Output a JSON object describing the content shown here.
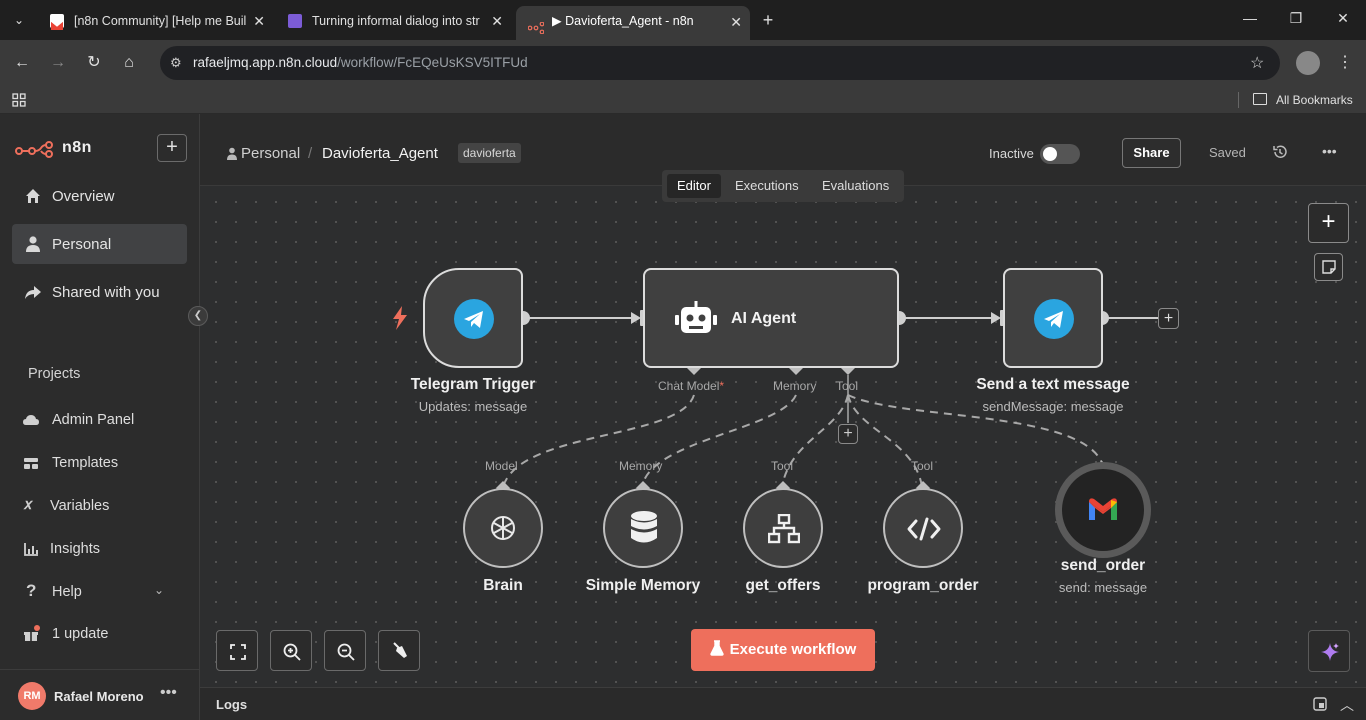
{
  "browser": {
    "tabs": [
      {
        "title": "[n8n Community] [Help me Buil"
      },
      {
        "title": "Turning informal dialog into str"
      },
      {
        "title": "▶ Davioferta_Agent - n8n"
      }
    ],
    "url_host": "rafaeljmq.app.n8n.cloud",
    "url_path": "/workflow/FcEQeUsKSV5ITFUd",
    "bookmarks_label": "All Bookmarks"
  },
  "sidebar": {
    "logo": "n8n",
    "new_button": "+",
    "nav": [
      {
        "label": "Overview",
        "icon": "home-icon"
      },
      {
        "label": "Personal",
        "icon": "user-icon"
      },
      {
        "label": "Shared with you",
        "icon": "share-icon"
      }
    ],
    "projects_label": "Projects",
    "items": [
      {
        "label": "Admin Panel",
        "icon": "cloud-icon"
      },
      {
        "label": "Templates",
        "icon": "templates-icon"
      },
      {
        "label": "Variables",
        "icon": "variables-icon"
      },
      {
        "label": "Insights",
        "icon": "insights-icon"
      },
      {
        "label": "Help",
        "icon": "help-icon"
      },
      {
        "label": "1 update",
        "icon": "gift-icon"
      }
    ],
    "user": {
      "initials": "RM",
      "name": "Rafael Moreno"
    }
  },
  "header": {
    "breadcrumb_personal": "Personal",
    "separator": "/",
    "workflow_name": "Davioferta_Agent",
    "tag": "davioferta",
    "status": "Inactive",
    "share": "Share",
    "saved": "Saved"
  },
  "view_tabs": [
    "Editor",
    "Executions",
    "Evaluations"
  ],
  "nodes": {
    "telegram_trigger": {
      "label": "Telegram Trigger",
      "sub": "Updates: message"
    },
    "ai_agent": {
      "label": "AI Agent",
      "ports": [
        "Chat Model",
        "Memory",
        "Tool"
      ],
      "required_mark": "*"
    },
    "send_text": {
      "label": "Send a text message",
      "sub": "sendMessage: message"
    },
    "brain": {
      "label": "Brain",
      "port": "Model"
    },
    "memory": {
      "label": "Simple Memory",
      "port": "Memory"
    },
    "get_offers": {
      "label": "get_offers",
      "port": "Tool"
    },
    "program_order": {
      "label": "program_order",
      "port": "Tool"
    },
    "send_order": {
      "label": "send_order",
      "sub": "send: message"
    }
  },
  "canvas": {
    "execute_label": "Execute workflow"
  },
  "logs_label": "Logs",
  "colors": {
    "accent": "#ee6f5c",
    "telegram": "#2aa5e0",
    "gmail_red": "#ea4335"
  }
}
